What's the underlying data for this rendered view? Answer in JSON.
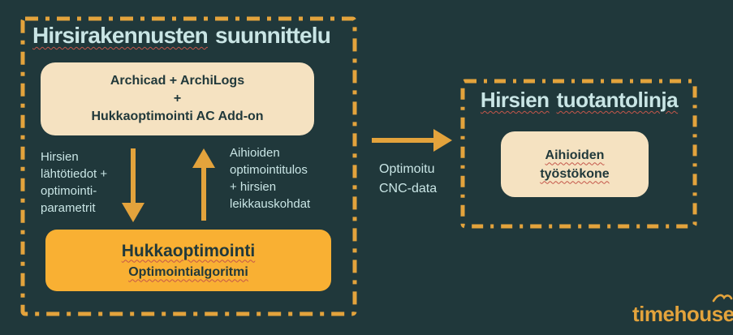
{
  "colors": {
    "background": "#20383B",
    "accent_orange": "#E3A33C",
    "box_orange": "#F9B033",
    "box_cream": "#F5E2C1",
    "text_light": "#C9E5E5",
    "text_dark": "#21393B",
    "squiggle_red": "#C4564A"
  },
  "left_panel": {
    "title": {
      "word1": "Hirsirakennusten",
      "word2": "suunnittelu"
    },
    "software_box": {
      "line1": "Archicad + ArchiLogs",
      "line2": "+",
      "line3": "Hukkaoptimointi AC Add-on"
    },
    "input_label": {
      "lines": [
        "Hirsien",
        "lähtötiedot +",
        "optimointi-",
        "parametrit"
      ]
    },
    "output_label": {
      "lines": [
        "Aihioiden",
        "optimointitulos",
        "+ hirsien",
        "leikkauskohdat"
      ]
    },
    "algorithm_box": {
      "title": "Hukkaoptimointi",
      "subtitle": "Optimointialgoritmi"
    }
  },
  "transfer": {
    "label": {
      "lines": [
        "Optimoitu",
        "CNC-data"
      ]
    }
  },
  "right_panel": {
    "title": {
      "word1": "Hirsien",
      "word2": "tuotantolinja"
    },
    "machine_box": {
      "line1": "Aihioiden",
      "line2": "työstökone"
    }
  },
  "footer": {
    "logo_text": "timehouse"
  }
}
